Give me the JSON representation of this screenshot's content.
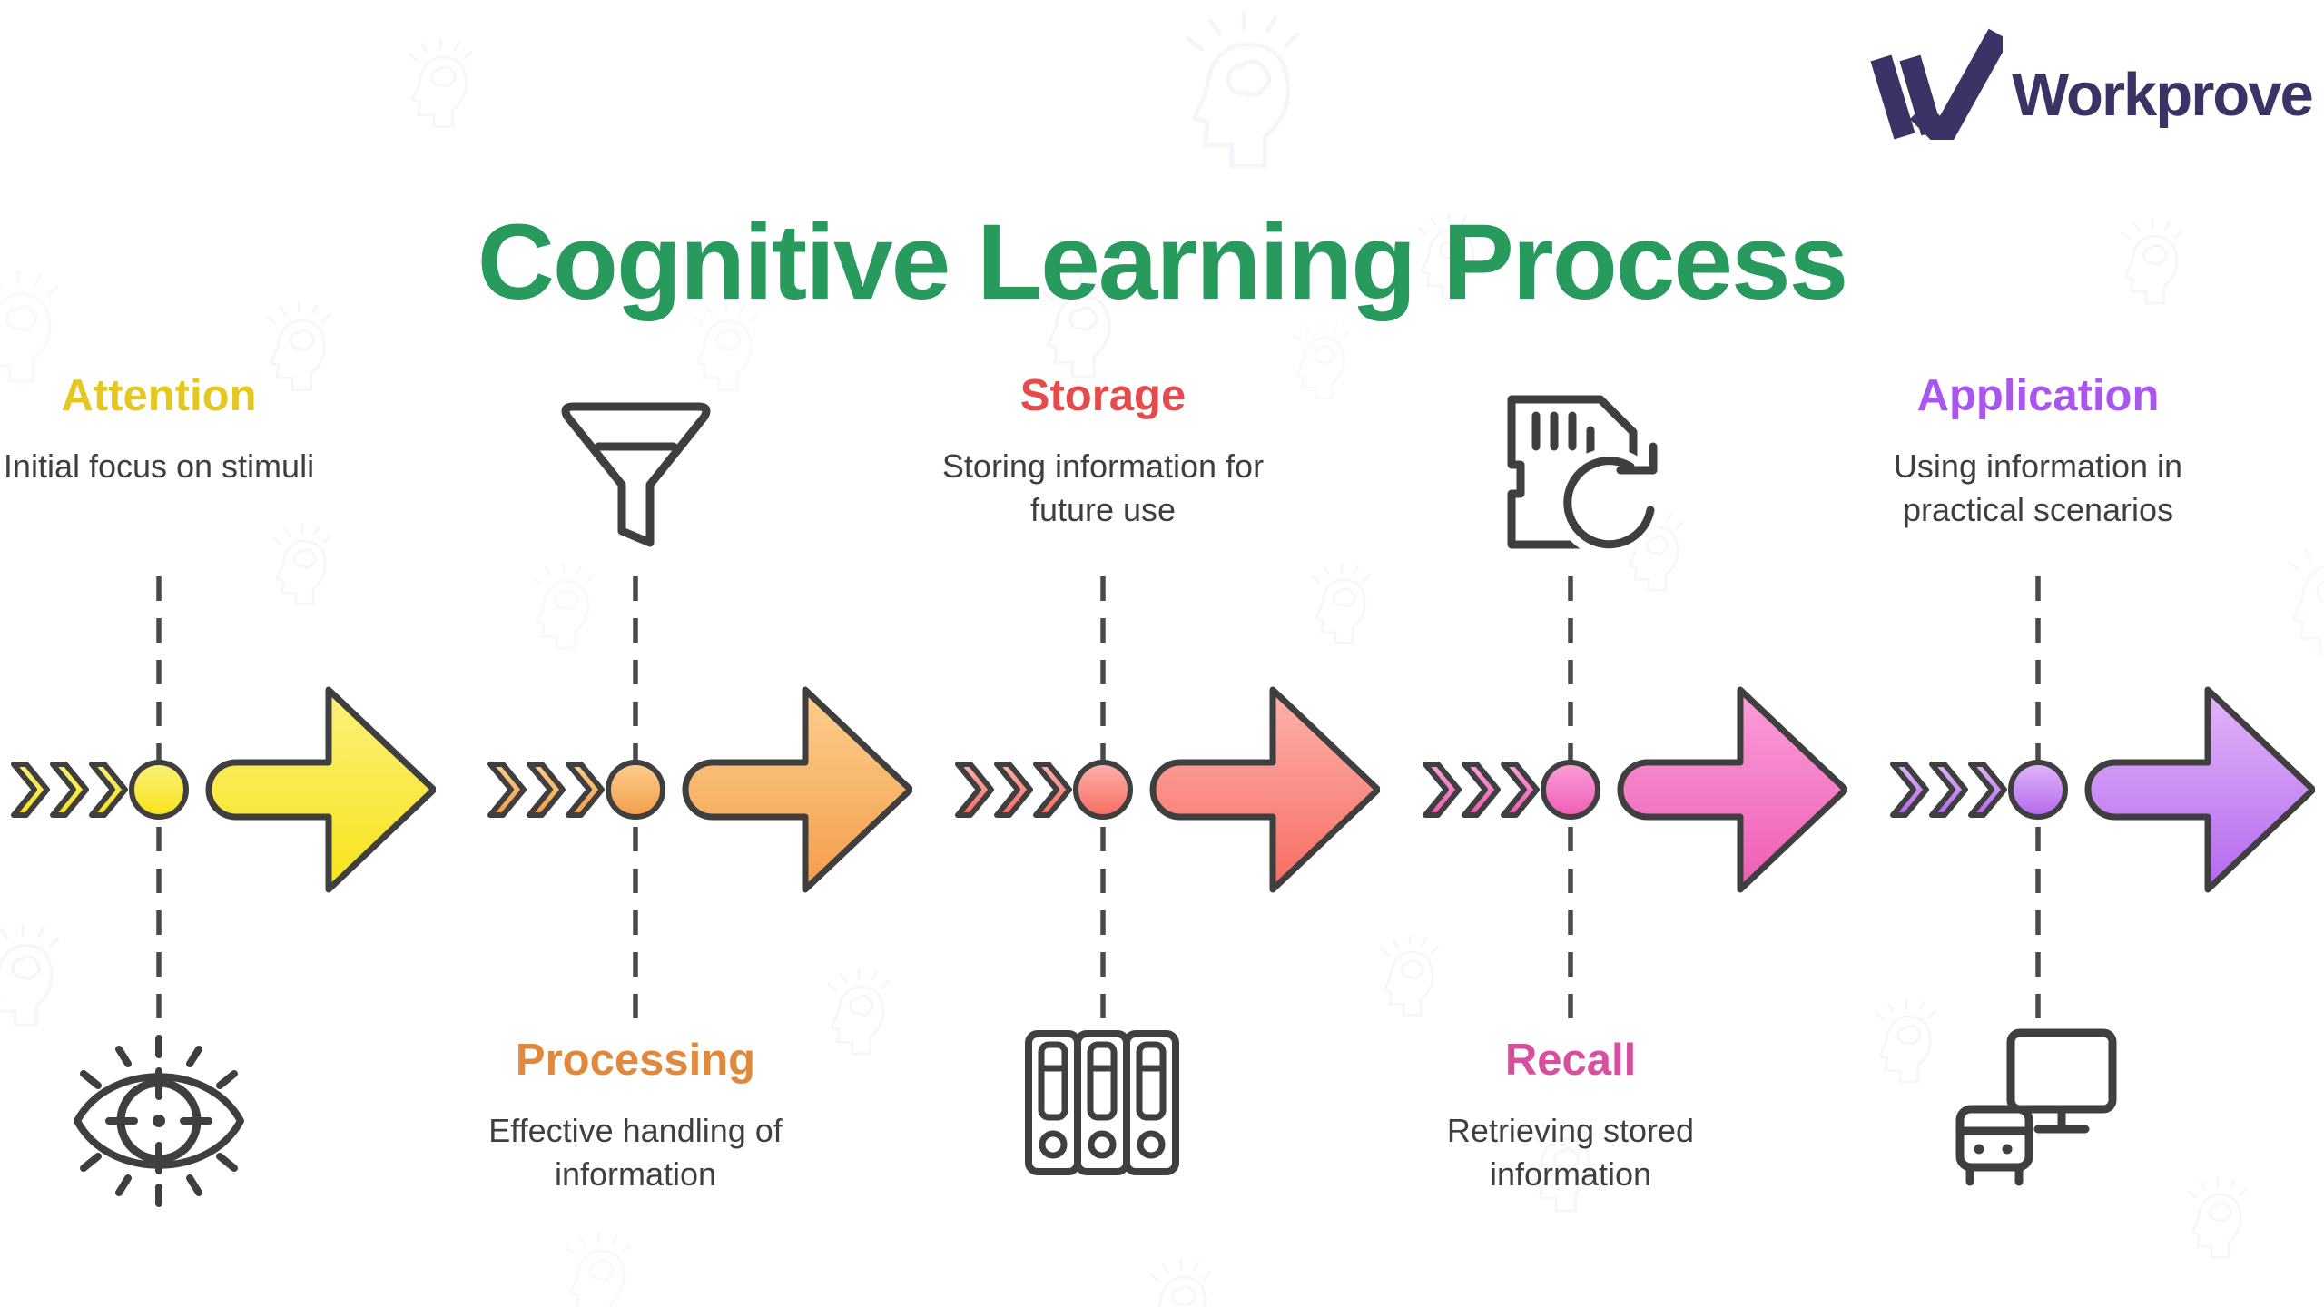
{
  "logo": {
    "brand": "Workprove",
    "color": "#3b3366",
    "mark_icon": "w-checkmark-logo"
  },
  "title": {
    "text": "Cognitive Learning Process",
    "color": "#299a5e"
  },
  "background_watermark_icon": "thinking-head-brain-icon",
  "stages": [
    {
      "name": "Attention",
      "description": "Initial focus on stimuli",
      "accent_color": "#e4c720",
      "arrow_gradient_from": "#fcf07c",
      "arrow_gradient_to": "#f8e318",
      "icon": "eye-target-icon",
      "label_position": "top",
      "icon_position": "bottom"
    },
    {
      "name": "Processing",
      "description": "Effective handling of information",
      "accent_color": "#e0883c",
      "arrow_gradient_from": "#fccf8f",
      "arrow_gradient_to": "#f49d4a",
      "icon": "funnel-icon",
      "label_position": "bottom",
      "icon_position": "top"
    },
    {
      "name": "Storage",
      "description": "Storing information for future use",
      "accent_color": "#e64b4b",
      "arrow_gradient_from": "#fdb3ac",
      "arrow_gradient_to": "#f76c62",
      "icon": "archive-binders-icon",
      "label_position": "top",
      "icon_position": "bottom"
    },
    {
      "name": "Recall",
      "description": "Retrieving stored information",
      "accent_color": "#d84f9f",
      "arrow_gradient_from": "#fb9fd9",
      "arrow_gradient_to": "#ef5cb4",
      "icon": "memory-card-refresh-icon",
      "label_position": "bottom",
      "icon_position": "top"
    },
    {
      "name": "Application",
      "description": "Using information in practical scenarios",
      "accent_color": "#a956ef",
      "arrow_gradient_from": "#e2b6f9",
      "arrow_gradient_to": "#b468ee",
      "icon": "devices-icon",
      "label_position": "top",
      "icon_position": "bottom"
    }
  ]
}
